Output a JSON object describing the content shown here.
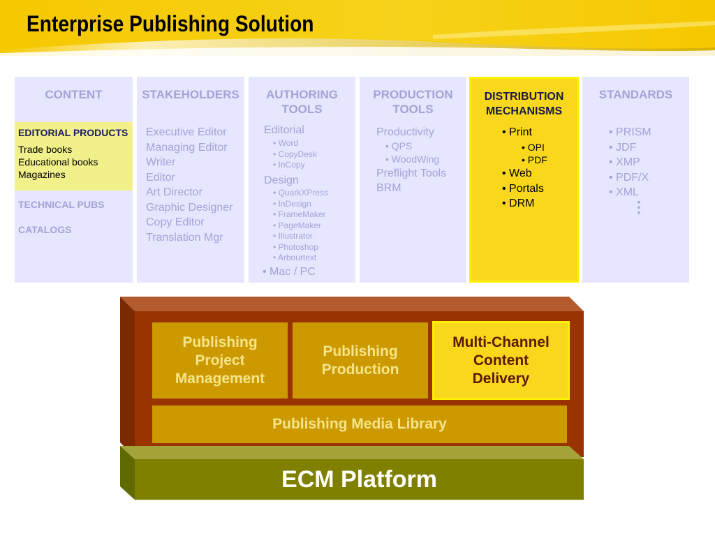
{
  "header": {
    "title": "Enterprise Publishing Solution"
  },
  "columns": {
    "content": {
      "heading": "CONTENT",
      "editorial": {
        "title": "EDITORIAL PRODUCTS",
        "items": [
          "Trade books",
          "Educational books",
          "Magazines"
        ]
      },
      "technical": "TECHNICAL PUBS",
      "catalogs": "CATALOGS"
    },
    "stakeholders": {
      "heading": "STAKEHOLDERS",
      "items": [
        "Executive Editor",
        "Managing Editor",
        "Writer",
        "Editor",
        "Art Director",
        "Graphic Designer",
        "Copy Editor",
        "Translation Mgr"
      ]
    },
    "authoring": {
      "heading_line1": "AUTHORING",
      "heading_line2": "TOOLS",
      "editorial": "Editorial",
      "editorial_items": [
        "Word",
        "CopyDesk",
        "InCopy"
      ],
      "design": "Design",
      "design_items": [
        "QuarkXPress",
        "InDesign",
        "FrameMaker",
        "PageMaker",
        "Illustrator",
        "Photoshop",
        "Arbourtext"
      ],
      "platform": "Mac / PC"
    },
    "production": {
      "heading_line1": "PRODUCTION",
      "heading_line2": "TOOLS",
      "productivity": "Productivity",
      "productivity_items": [
        "QPS",
        "WoodWing"
      ],
      "preflight": "Preflight Tools",
      "brm": "BRM"
    },
    "distribution": {
      "heading_line1": "DISTRIBUTION",
      "heading_line2": "MECHANISMS",
      "print": "Print",
      "print_items": [
        "OPI",
        "PDF"
      ],
      "others": [
        "Web",
        "Portals",
        "DRM"
      ]
    },
    "standards": {
      "heading": "STANDARDS",
      "items": [
        "PRISM",
        "JDF",
        "XMP",
        "PDF/X",
        "XML"
      ],
      "more": "⋮"
    }
  },
  "architecture": {
    "project_mgmt": {
      "line1": "Publishing",
      "line2": "Project",
      "line3": "Management"
    },
    "production": {
      "line1": "Publishing",
      "line2": "Production"
    },
    "delivery": {
      "line1": "Multi-Channel",
      "line2": "Content",
      "line3": "Delivery"
    },
    "media_library": "Publishing Media Library",
    "platform": "ECM Platform"
  },
  "colors": {
    "header_yellow": "#f5c800",
    "column_bg": "#e6e6ff",
    "column_text": "#a3a3d6",
    "highlight_yellow": "#f9d71c",
    "brown_front": "#993300",
    "brown_top": "#b35a2e",
    "gold_block": "#cc9900",
    "olive": "#808000",
    "olive_dark": "#5f6b00",
    "olive_top": "#a3a33a"
  }
}
